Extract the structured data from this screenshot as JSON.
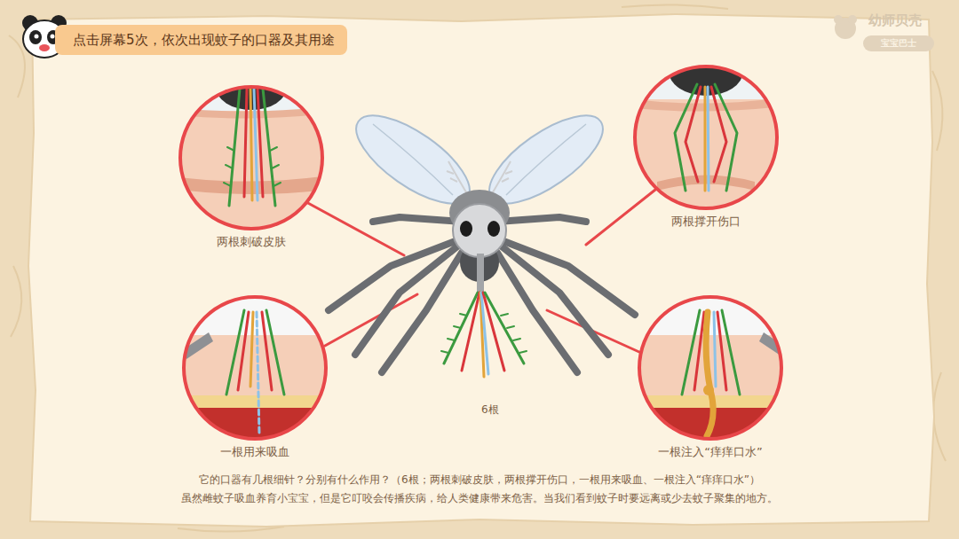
{
  "diagram": {
    "title": "点击屏幕5次，依次出现蚊子的口器及其用途",
    "caption": "它的口器有几根细针？分别有什么作用？（6根；两根刺破皮肤，两根撑开伤口，一根用来吸血、一根注入“痒痒口水”）",
    "nodes": [
      {
        "text": [
          "两根刺破皮肤"
        ]
      },
      {
        "text": [
          "两根撑开伤口"
        ]
      },
      {
        "text": [
          "一根用来吸血"
        ]
      },
      {
        "text": [
          "一根注入“痒痒口水”"
        ]
      }
    ],
    "labels": [
      "6根",
      "虽然雌蚊子吸血养育小宝宝，但是它叮咬会传播疾病，给人类健康带来危害。当我们看到蚊子时要远离或少去蚊子聚集的地方。",
      "幼师贝壳",
      "宝宝巴士"
    ]
  }
}
